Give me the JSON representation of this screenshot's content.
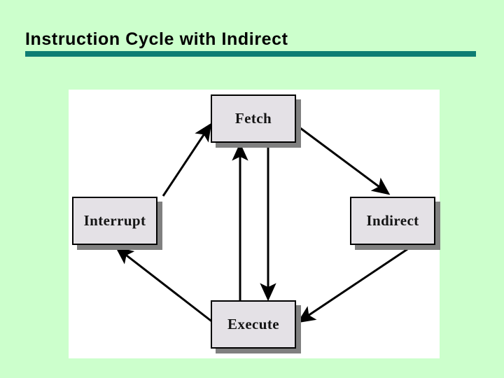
{
  "slide": {
    "title": "Instruction Cycle with Indirect",
    "background_color": "#CCFFCC",
    "rule_color": "#0D7D73",
    "canvas_color": "#FFFFFF"
  },
  "diagram": {
    "type": "state-cycle",
    "node_fill_color": "#E4E1E6",
    "node_border_color": "#000000",
    "node_shadow_color": "#808080",
    "arrow_color": "#000000",
    "nodes": [
      {
        "id": "fetch",
        "label": "Fetch",
        "position": "top"
      },
      {
        "id": "interrupt",
        "label": "Interrupt",
        "position": "left"
      },
      {
        "id": "indirect",
        "label": "Indirect",
        "position": "right"
      },
      {
        "id": "execute",
        "label": "Execute",
        "position": "bottom"
      }
    ],
    "edges": [
      {
        "from": "interrupt",
        "to": "fetch",
        "style": "diagonal"
      },
      {
        "from": "fetch",
        "to": "indirect",
        "style": "diagonal"
      },
      {
        "from": "indirect",
        "to": "execute",
        "style": "diagonal"
      },
      {
        "from": "execute",
        "to": "interrupt",
        "style": "diagonal"
      },
      {
        "from": "fetch",
        "to": "execute",
        "style": "vertical"
      },
      {
        "from": "execute",
        "to": "fetch",
        "style": "vertical"
      }
    ]
  }
}
